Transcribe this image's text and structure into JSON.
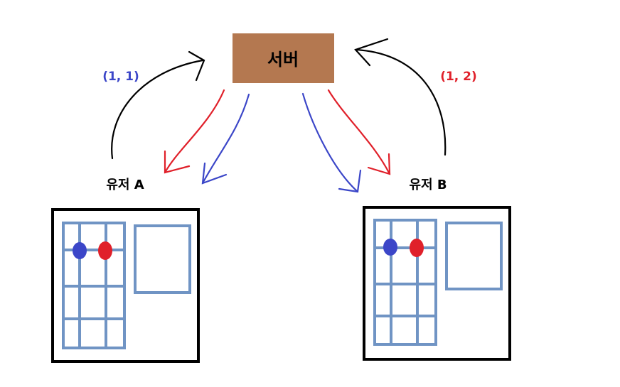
{
  "server": {
    "label": "서버",
    "color": "#b47850"
  },
  "users": [
    {
      "label": "유저 A",
      "message": "(1, 1)",
      "message_color": "#3b46c8"
    },
    {
      "label": "유저 B",
      "message": "(1, 2)",
      "message_color": "#e0202a"
    }
  ],
  "colors": {
    "grid": "#7094c4",
    "stone_blue": "#3b46c8",
    "stone_red": "#e0202a",
    "arrow_black": "#000000",
    "arrow_red": "#e0202a",
    "arrow_blue": "#3b46c8"
  }
}
